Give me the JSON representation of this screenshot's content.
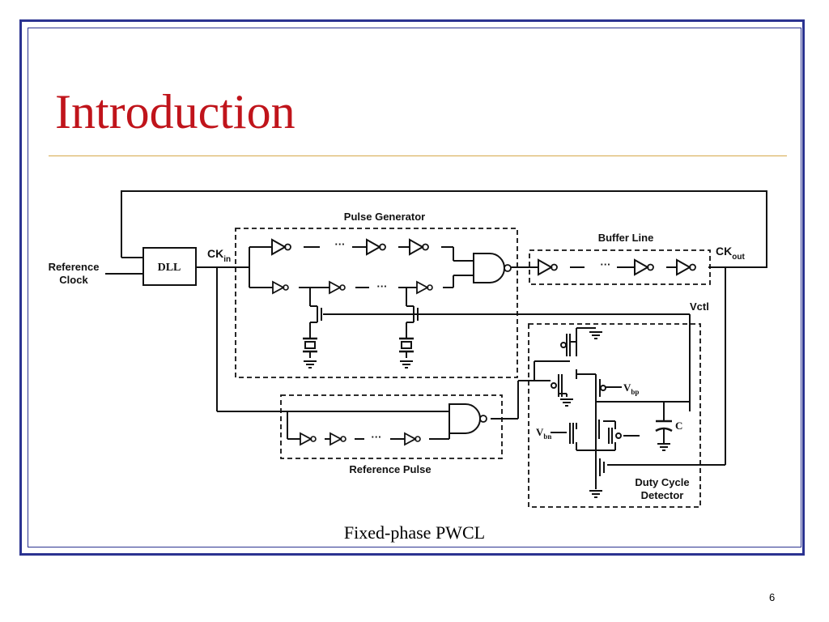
{
  "slide": {
    "title": "Introduction",
    "caption": "Fixed-phase PWCL",
    "page_number": "6"
  },
  "diagram": {
    "blocks": {
      "pulse_generator": "Pulse Generator",
      "buffer_line": "Buffer Line",
      "reference_pulse": "Reference Pulse",
      "duty_cycle_detector_line1": "Duty Cycle",
      "duty_cycle_detector_line2": "Detector",
      "dll": "DLL"
    },
    "signals": {
      "reference_clock_line1": "Reference",
      "reference_clock_line2": "Clock",
      "ck": "CK",
      "ck_in_sub": "in",
      "ck_out_sub": "out",
      "vctl": "Vctl",
      "v": "V",
      "vbp_sub": "bp",
      "vbn_sub": "bn",
      "c": "C",
      "ellipsis": "···"
    },
    "colors": {
      "frame": "#2b3391",
      "title": "#c0141b",
      "rule": "#d6a94a",
      "wire": "#111111"
    }
  }
}
